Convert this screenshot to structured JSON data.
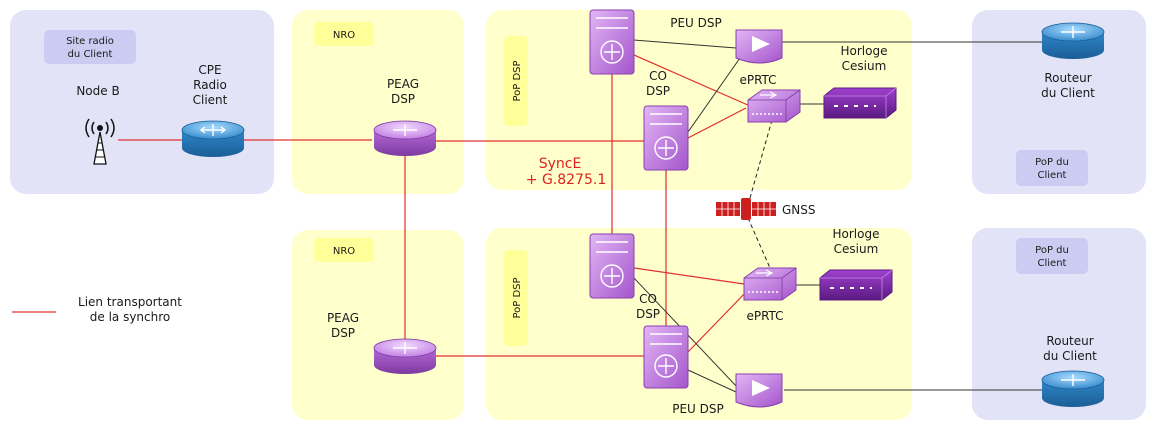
{
  "zones": {
    "site_radio": "Site radio du Client",
    "nro_top": "NRO",
    "nro_bottom": "NRO",
    "pop_dsp_top": "PoP DSP",
    "pop_dsp_bottom": "PoP DSP",
    "pop_client_top": "PoP du Client",
    "pop_client_bottom": "PoP du Client"
  },
  "nodes": {
    "node_b": "Node B",
    "cpe_line1": "CPE",
    "cpe_line2": "Radio",
    "cpe_line3": "Client",
    "peag_top_line1": "PEAG",
    "peag_top_line2": "DSP",
    "peag_bottom_line1": "PEAG",
    "peag_bottom_line2": "DSP",
    "peu_top": "PEU DSP",
    "peu_bottom": "PEU DSP",
    "co_top_line1": "CO",
    "co_top_line2": "DSP",
    "co_bottom_line1": "CO",
    "co_bottom_line2": "DSP",
    "eprtc_top": "ePRTC",
    "eprtc_bottom": "ePRTC",
    "cesium_top_line1": "Horloge",
    "cesium_top_line2": "Cesium",
    "cesium_bottom_line1": "Horloge",
    "cesium_bottom_line2": "Cesium",
    "router_top_line1": "Routeur",
    "router_top_line2": "du Client",
    "router_bottom_line1": "Routeur",
    "router_bottom_line2": "du Client",
    "gnss": "GNSS"
  },
  "annotations": {
    "synce_line1": "SyncE",
    "synce_line2": "+ G.8275.1",
    "legend_line1": "Lien transportant",
    "legend_line2": "de la synchro"
  },
  "colors": {
    "sync_link": "#e03030",
    "plain_link": "#333333",
    "zone_purple": "#e3e3f8",
    "zone_yellow": "#ffffcc",
    "router_blue": "#4a9fd8",
    "device_purple": "#b14fd6"
  }
}
